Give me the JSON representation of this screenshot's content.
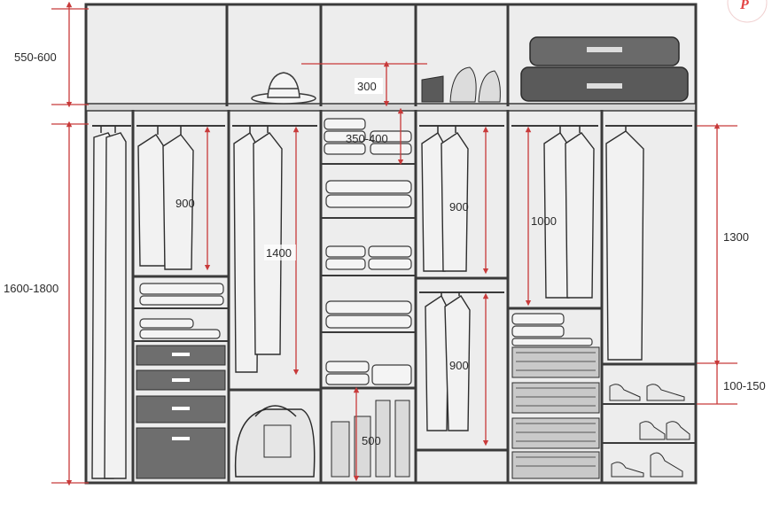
{
  "diagram": {
    "dimensions_left": {
      "top_shelf_height": "550-600",
      "hanging_height": "1600-1800"
    },
    "dimensions_right": {
      "long_hanging": "1300",
      "shoe_gap": "100-150"
    },
    "dimensions_inside": {
      "hat_shelf": "300",
      "folded_clothes_shelf": "350-400",
      "short_hanging_a": "900",
      "long_hanging_b": "1400",
      "short_hanging_c": "900",
      "medium_hanging": "1000",
      "lower_hanging": "900",
      "boots_section": "500"
    },
    "colors": {
      "frame": "#3a3a3a",
      "panel": "#ededed",
      "dimension_line": "#c83a3a",
      "drawer": "#6e6e6e",
      "corner_badge": "#e34545"
    },
    "icons": [
      "wardrobe-frame",
      "hanger-icon",
      "coat-icon",
      "hat-icon",
      "suitcase-icon",
      "bag-icon",
      "boot-icon",
      "shoe-icon",
      "basket-icon",
      "corner-logo-icon"
    ]
  }
}
